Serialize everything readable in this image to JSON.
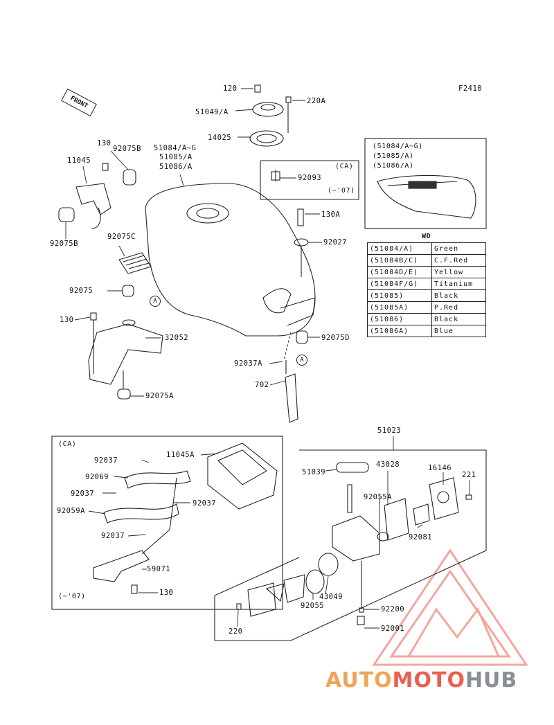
{
  "figure_code": "F2410",
  "front_label": "FRONT",
  "labels": {
    "p120": "120",
    "p51049a": "51049/A",
    "p220a": "220A",
    "p14025": "14025",
    "p51084": "51084/A~G",
    "p51085": "51085/A",
    "p51086": "51086/A",
    "p130": "130",
    "p92075b_top": "92075B",
    "p11045": "11045",
    "p92075b_left": "92075B",
    "p92093": "92093",
    "p130a": "130A",
    "p92027": "92027",
    "p92075c": "92075C",
    "p92075": "92075",
    "p130_mid": "130",
    "p32052": "32052",
    "p92075d": "92075D",
    "p92037a": "92037A",
    "p702": "702",
    "p92075a": "92075A",
    "p51023": "51023",
    "p92037_1": "92037",
    "p11045a": "11045A",
    "p92069": "92069",
    "p92037_2": "92037",
    "p92037_3": "92037",
    "p92059a": "92059A",
    "p92037_4": "92037",
    "p59071": "59071",
    "p130_low": "130",
    "p51039": "51039",
    "p43028": "43028",
    "p16146": "16146",
    "p221": "221",
    "p92055a": "92055A",
    "p92081": "92081",
    "p43049": "43049",
    "p92055": "92055",
    "p92200": "92200",
    "p92001": "92001",
    "p220": "220"
  },
  "ca_inset": {
    "title": "(CA)",
    "note": "(~'07)"
  },
  "ca_box_top": {
    "title": "(CA)",
    "note": "(~'07)"
  },
  "circle_marker": "A",
  "decal_box": {
    "lines": [
      "(51084/A~G)",
      "(51085/A)",
      "(51086/A)"
    ]
  },
  "wd_title": "WD",
  "color_table": [
    {
      "part": "(51084/A)",
      "color": "Green"
    },
    {
      "part": "(51084B/C)",
      "color": "C.F.Red"
    },
    {
      "part": "(51084D/E)",
      "color": "Yellow"
    },
    {
      "part": "(51084F/G)",
      "color": "Titanium"
    },
    {
      "part": "(51085)",
      "color": "Black"
    },
    {
      "part": "(51085A)",
      "color": "P.Red"
    },
    {
      "part": "(51086)",
      "color": "Black"
    },
    {
      "part": "(51086A)",
      "color": "Blue"
    }
  ],
  "watermark": {
    "part1": "AUTO",
    "part2": "MOTO",
    "part3": "HUB"
  },
  "colors": {
    "line": "#222222",
    "watermark_red": "#e8604e",
    "watermark_orange": "#f0a45a",
    "watermark_gray": "#8a8f96"
  }
}
